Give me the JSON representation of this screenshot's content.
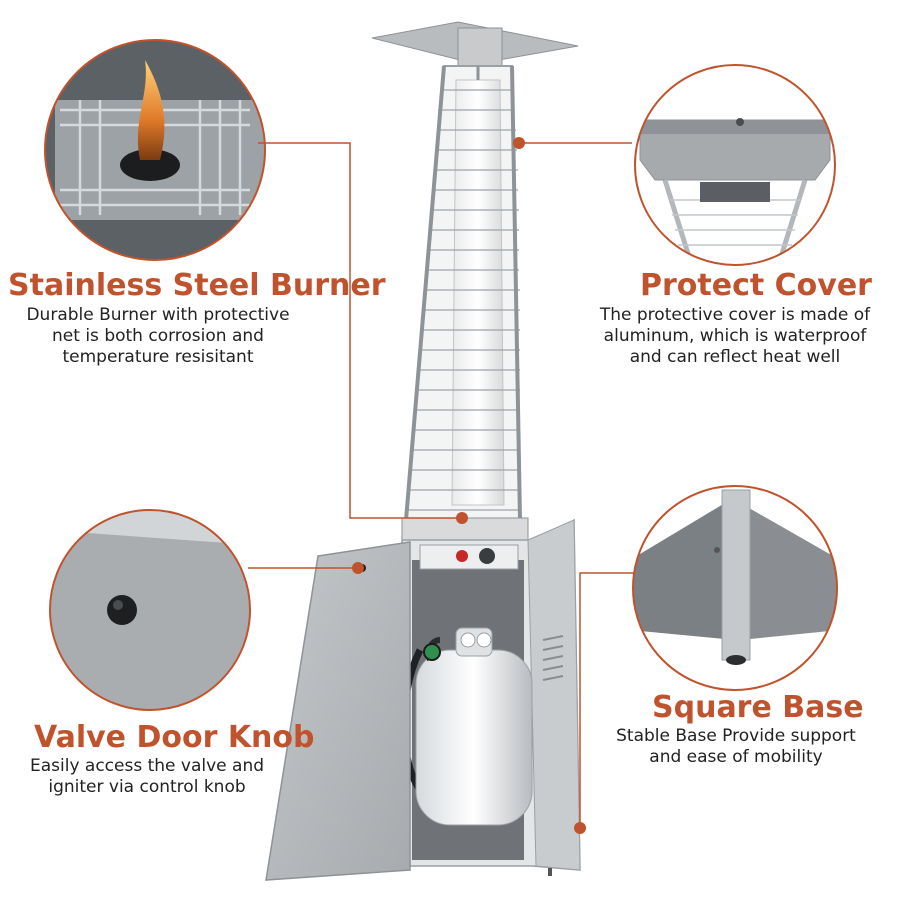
{
  "features": {
    "burner": {
      "title": "Stainless Steel Burner",
      "lines": [
        "Durable Burner with protective",
        "net is both corrosion and",
        "temperature resisitant"
      ]
    },
    "cover": {
      "title": "Protect Cover",
      "lines": [
        "The protective cover is made of",
        "aluminum, which is waterproof",
        "and can reflect heat well"
      ]
    },
    "knob": {
      "title": "Valve Door Knob",
      "lines": [
        "Easily access the valve and",
        "igniter via control knob"
      ]
    },
    "base": {
      "title": "Square Base",
      "lines": [
        "Stable Base Provide support",
        "and ease of mobility"
      ]
    }
  },
  "colors": {
    "accent": "#c0532d",
    "body_text": "#222222",
    "steel": "#c9cccf",
    "panel": "#b5b8bb"
  },
  "icons": {
    "callout_dot": "callout-dot-icon"
  }
}
